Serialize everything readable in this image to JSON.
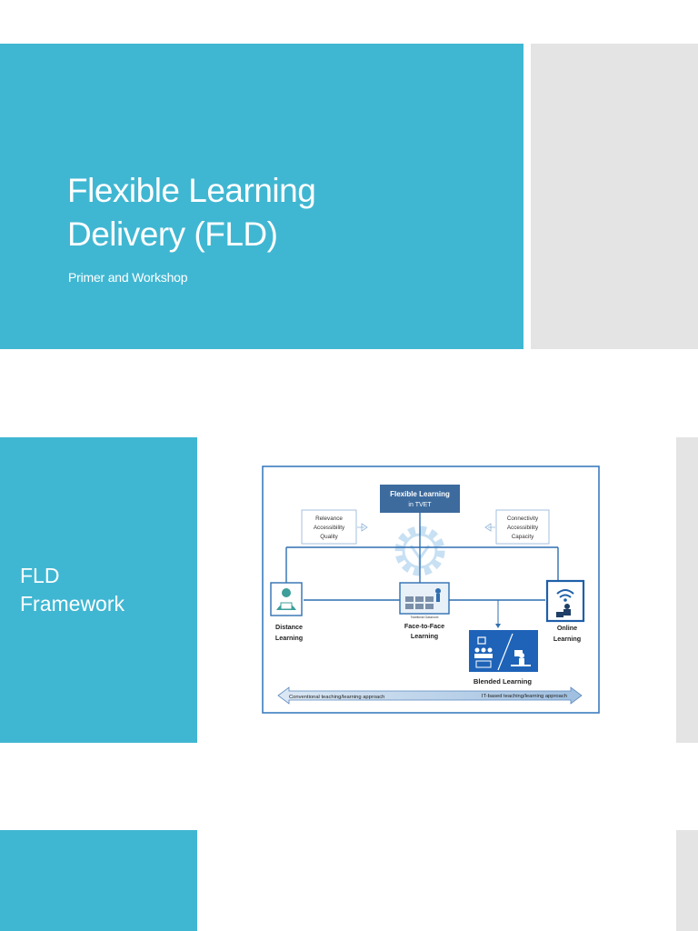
{
  "slide1": {
    "title_line1": "Flexible Learning",
    "title_line2": "Delivery (FLD)",
    "subtitle": "Primer and Workshop"
  },
  "slide2": {
    "title_line1": "FLD",
    "title_line2": "Framework",
    "diagram": {
      "top_box_line1": "Flexible Learning",
      "top_box_line2": "in TVET",
      "left_criteria": [
        "Relevance",
        "Accessibility",
        "Quality"
      ],
      "right_criteria": [
        "Connectivity",
        "Accessibility",
        "Capacity"
      ],
      "node_distance_line1": "Distance",
      "node_distance_line2": "Learning",
      "node_f2f_line1": "Face-to-Face",
      "node_f2f_line2": "Learning",
      "node_f2f_caption": "Traditional Classroom",
      "node_online_line1": "Online",
      "node_online_line2": "Learning",
      "node_blended": "Blended Learning",
      "arrow_left_label": "Conventional teaching/learning approach",
      "arrow_right_label": "IT-based teaching/learning approach"
    }
  },
  "colors": {
    "teal": "#40b7d2",
    "gray": "#e4e4e4",
    "diagram_blue": "#2f7bbf",
    "diagram_dark": "#1f4e79",
    "box_navy": "#3d6b9e"
  }
}
